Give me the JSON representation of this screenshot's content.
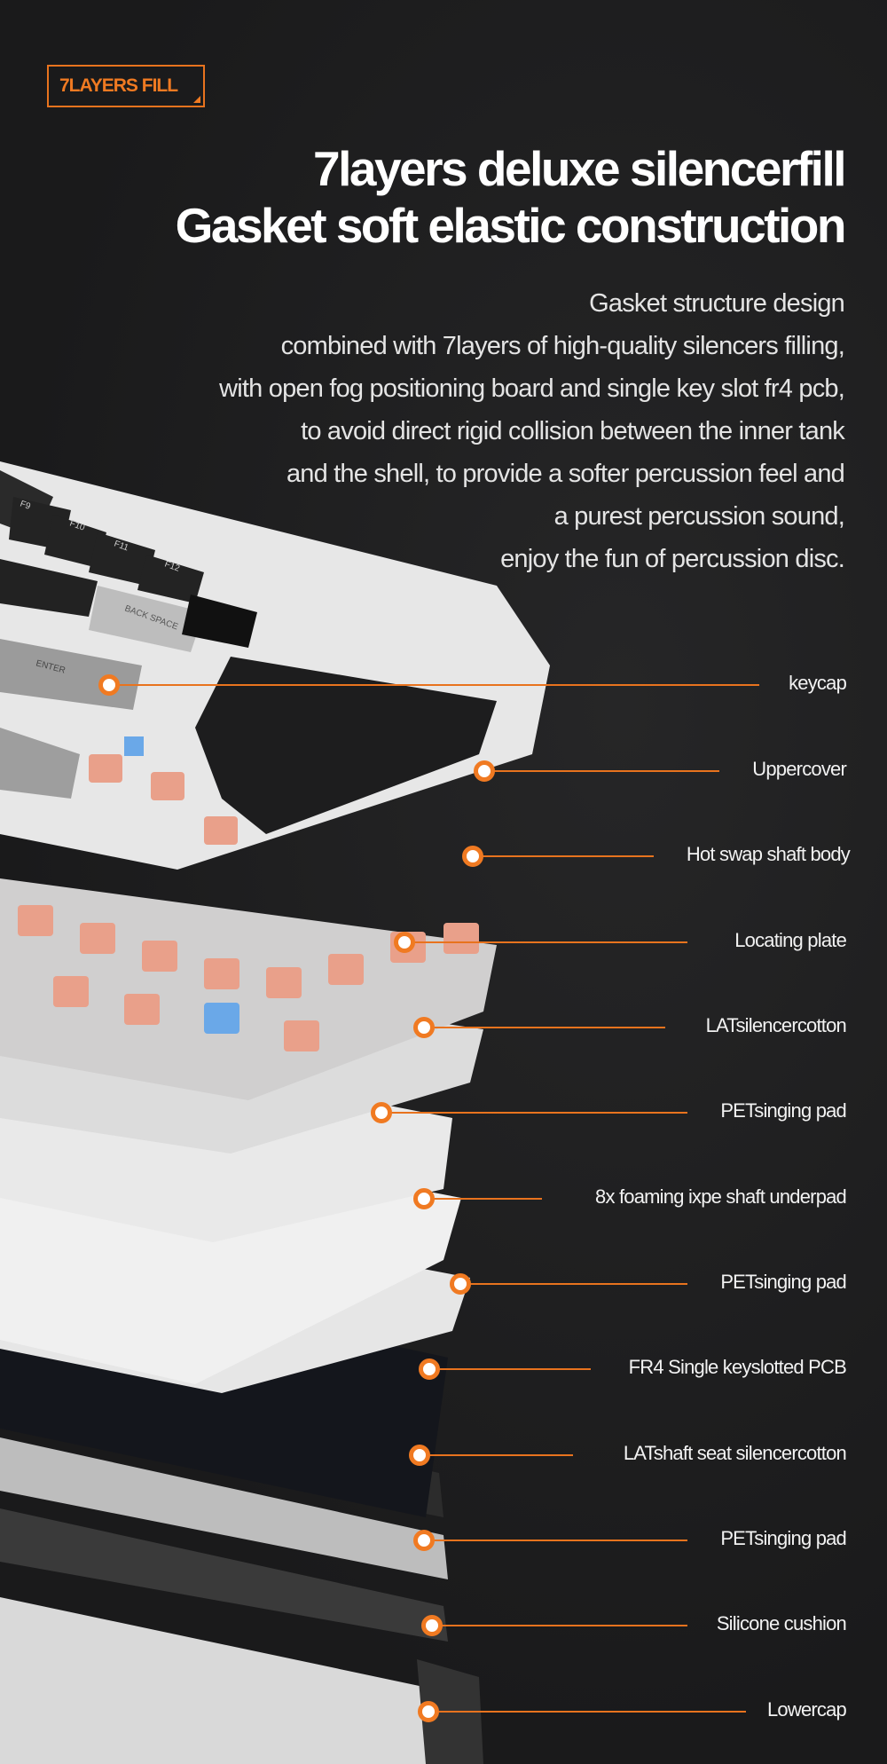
{
  "badge": {
    "label": "7LAYERS FILL"
  },
  "title": {
    "line1": "7layers deluxe silencerfill",
    "line2": "Gasket soft elastic construction"
  },
  "description": [
    "Gasket structure design",
    "combined with 7layers of high-quality silencers filling,",
    "with open fog positioning board and single key slot fr4 pcb,",
    "to avoid direct rigid collision between the inner tank",
    "and the shell, to provide a softer percussion feel and",
    "a purest percussion sound,",
    "enjoy the fun of percussion disc."
  ],
  "keycap_legends": [
    "F9",
    "F10",
    "F11",
    "F12",
    "BACK SPACE",
    "ENTER"
  ],
  "accent_color": "#f07a22",
  "layers": [
    {
      "label": "keycap"
    },
    {
      "label": "Uppercover"
    },
    {
      "label": "Hot swap shaft body"
    },
    {
      "label": "Locating plate"
    },
    {
      "label": "LATsilencercotton"
    },
    {
      "label": "PETsinging pad"
    },
    {
      "label": "8x foaming ixpe shaft underpad"
    },
    {
      "label": "PETsinging pad"
    },
    {
      "label": "FR4 Single keyslotted PCB"
    },
    {
      "label": "LATshaft seat silencercotton"
    },
    {
      "label": "PETsinging pad"
    },
    {
      "label": "Silicone cushion"
    },
    {
      "label": "Lowercap"
    }
  ]
}
